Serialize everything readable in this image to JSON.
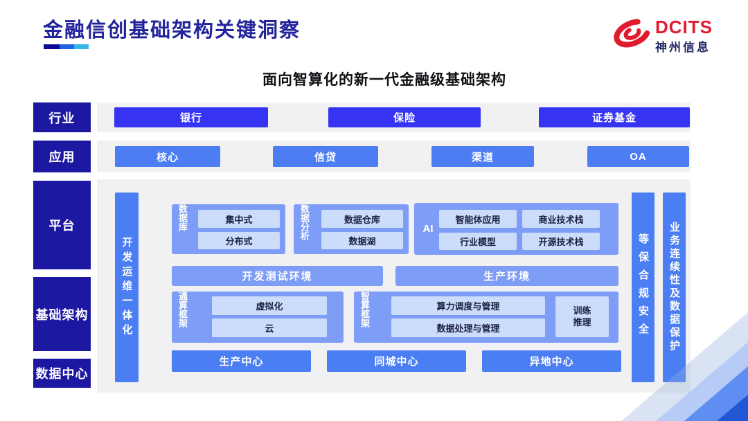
{
  "colors": {
    "title_navy": "#23249b",
    "layer_navy": "#1d18a2",
    "industry_button_blue": "#3634f2",
    "application_button_blue": "#4d7df2",
    "block_blue": "#7e9df6",
    "inner_box_blue": "#ccdcfb",
    "bar_blue": "#4b7ef2",
    "brand_red": "#e11b2e",
    "panel_gray": "#f1f1f3",
    "underline_gradient": [
      "#0d0a96",
      "#1f63e6",
      "#35b5ea"
    ]
  },
  "header": {
    "title": "金融信创基础架构关键洞察",
    "logo_brand": "DCITS",
    "logo_company": "神州信息"
  },
  "subtitle": "面向智算化的新一代金融级基础架构",
  "layers": {
    "industry": "行业",
    "application": "应用",
    "platform": "平台",
    "infrastructure": "基础架构",
    "datacenter": "数据中心"
  },
  "industry_items": [
    "银行",
    "保险",
    "证券基金"
  ],
  "application_items": [
    "核心",
    "信贷",
    "渠道",
    "OA"
  ],
  "diagram": {
    "devops": "开发运维一体化",
    "database": {
      "label": "数据库",
      "items": [
        "集中式",
        "分布式"
      ]
    },
    "analytics": {
      "label": "数据分析",
      "items": [
        "数据仓库",
        "数据湖"
      ]
    },
    "ai": {
      "label": "AI",
      "items": [
        "智能体应用",
        "商业技术栈",
        "行业模型",
        "开源技术栈"
      ]
    },
    "env_dev": "开发测试环境",
    "env_prod": "生产环境",
    "general_compute": {
      "label": "通算框架",
      "items": [
        "虚拟化",
        "云"
      ]
    },
    "smart_compute": {
      "label": "智算框架",
      "items": [
        "算力调度与管理",
        "数据处理与管理"
      ],
      "side_lines": [
        "训练",
        "推理"
      ]
    },
    "centers": [
      "生产中心",
      "同城中心",
      "异地中心"
    ],
    "security": "等保合规安全",
    "continuity": "业务连续性及数据保护"
  }
}
